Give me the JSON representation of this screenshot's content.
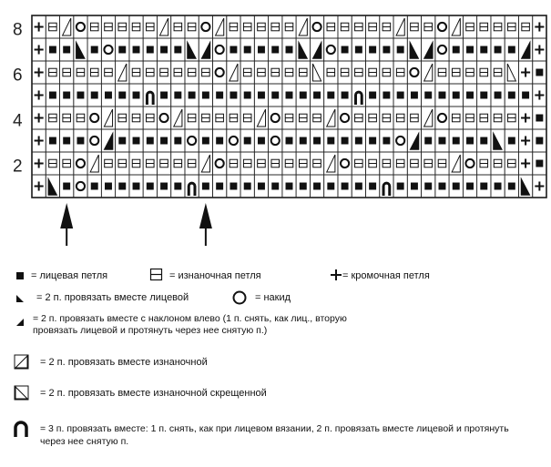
{
  "chart": {
    "row_numbers": [
      "2",
      "4",
      "6",
      "8"
    ],
    "symbols": {
      "+": "edge-stitch",
      "K": "knit-square",
      "P": "purl-square",
      "O": "yarn-over",
      "R": "k2tog-right",
      "L": "k2tog-left-ssk",
      "S": "p2tog",
      "C": "p2tog-crossed",
      "U": "k3tog-double-decrease"
    },
    "rows": [
      "+PSOPPPPPSPPOSPPPPPSOPPPPPSPPOSPPPPP+",
      "+KKRKOKKKKKRLOKKKKKRLOKKKKKRLOKKKKKL+",
      "+PPPPPSPPPPPPOSPPPPPCPPPPPPOSPPPPPC+",
      "+KKKKKKKUKKKKKKKKKKKKKKUKKKKKKKKKKKK+",
      "+PPPOSPPPOSPPPPPSOPPPSOPPPPPSOPPPPP+",
      "+KKKOLKKKKKOKKOKKOKKKKKKKKOLKKKKKRK+",
      "+PPOSPPPPPPPSOPPPPPPPSOPPPPPPPSOPPP+",
      "+RKOKKKKKKKUKKKKKKKKKKKKKUKKKKKKKKKR+"
    ]
  },
  "legend": {
    "knit": "= лицевая петля",
    "purl": "= изнаночная петля",
    "edge": "= кромочная петля",
    "k2tog": "= 2 п. провязать вместе лицевой",
    "yarn_over": "= накид",
    "ssk": "= 2 п. провязать вместе с наклоном влево (1 п. снять, как лиц., вторую провязать лицевой и протянуть через нее снятую п.)",
    "p2tog": "= 2 п. провязать вместе изнаночной",
    "p2tog_crossed": "= 2 п. провязать вместе изнаночной скрещенной",
    "k3tog": "= 3 п. провязать вместе: 1 п. снять, как при лицевом вязании, 2 п. провязать вместе лицевой и протянуть через нее снятую п."
  }
}
